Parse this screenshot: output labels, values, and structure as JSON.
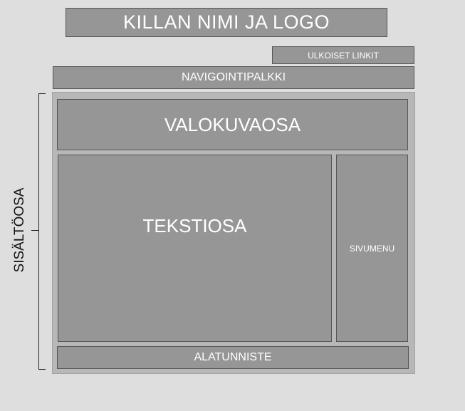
{
  "diagram": {
    "header_logo": "KILLAN NIMI JA LOGO",
    "external_links": "ULKOISET LINKIT",
    "navbar": "NAVIGOINTIPALKKI",
    "photo_section": "VALOKUVAOSA",
    "text_section": "TEKSTIOSA",
    "page_menu": "SIVUMENU",
    "footer": "ALATUNNISTE",
    "content_area_label": "SISÄLTÖOSA"
  },
  "colors": {
    "background": "#dedede",
    "box_fill": "#969696",
    "box_border": "#555555",
    "content_area_fill": "#b7b7b7",
    "box_text": "#ffffff",
    "label_text": "#111111"
  }
}
